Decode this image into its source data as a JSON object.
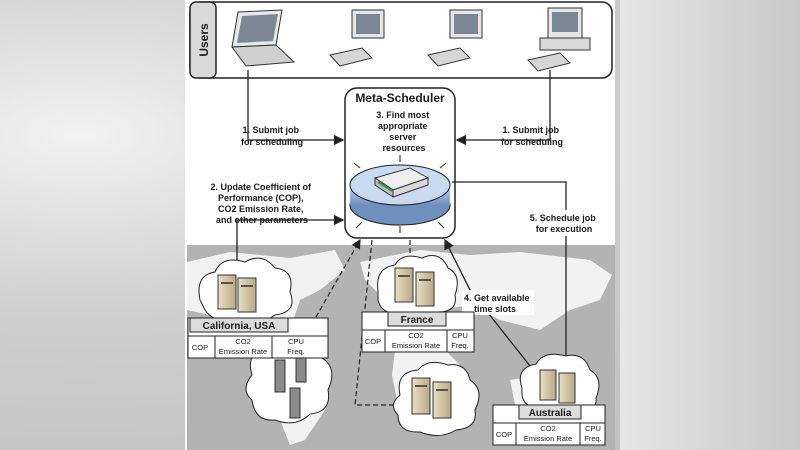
{
  "users_label": "Users",
  "meta_scheduler": {
    "title": "Meta-Scheduler",
    "find_step": [
      "3. Find most",
      "appropriate",
      "server",
      "resources"
    ]
  },
  "steps": {
    "submit_left": [
      "1. Submit job",
      "for scheduling"
    ],
    "submit_right": [
      "1. Submit job",
      "for scheduling"
    ],
    "update": [
      "2. Update Coefficient of",
      "Performance (COP),",
      "CO2 Emission Rate,",
      "and other parameters"
    ],
    "get_slots": [
      "4. Get available",
      "time slots"
    ],
    "schedule": [
      "5. Schedule job",
      "for execution"
    ]
  },
  "sites": {
    "california": {
      "name": "California, USA",
      "cols": [
        "COP",
        "CO2",
        "Emission Rate",
        "CPU",
        "Freq."
      ]
    },
    "france": {
      "name": "France",
      "cols": [
        "COP",
        "CO2",
        "Emission Rate",
        "CPU",
        "Freq."
      ]
    },
    "australia": {
      "name": "Australia",
      "cols": [
        "COP",
        "CO2",
        "Emission Rate",
        "CPU",
        "Freq."
      ]
    }
  },
  "icons": [
    "laptop-icon",
    "monitor-icon",
    "desktop-computer-icon",
    "server-rack-icon",
    "cloud-icon",
    "world-map"
  ]
}
